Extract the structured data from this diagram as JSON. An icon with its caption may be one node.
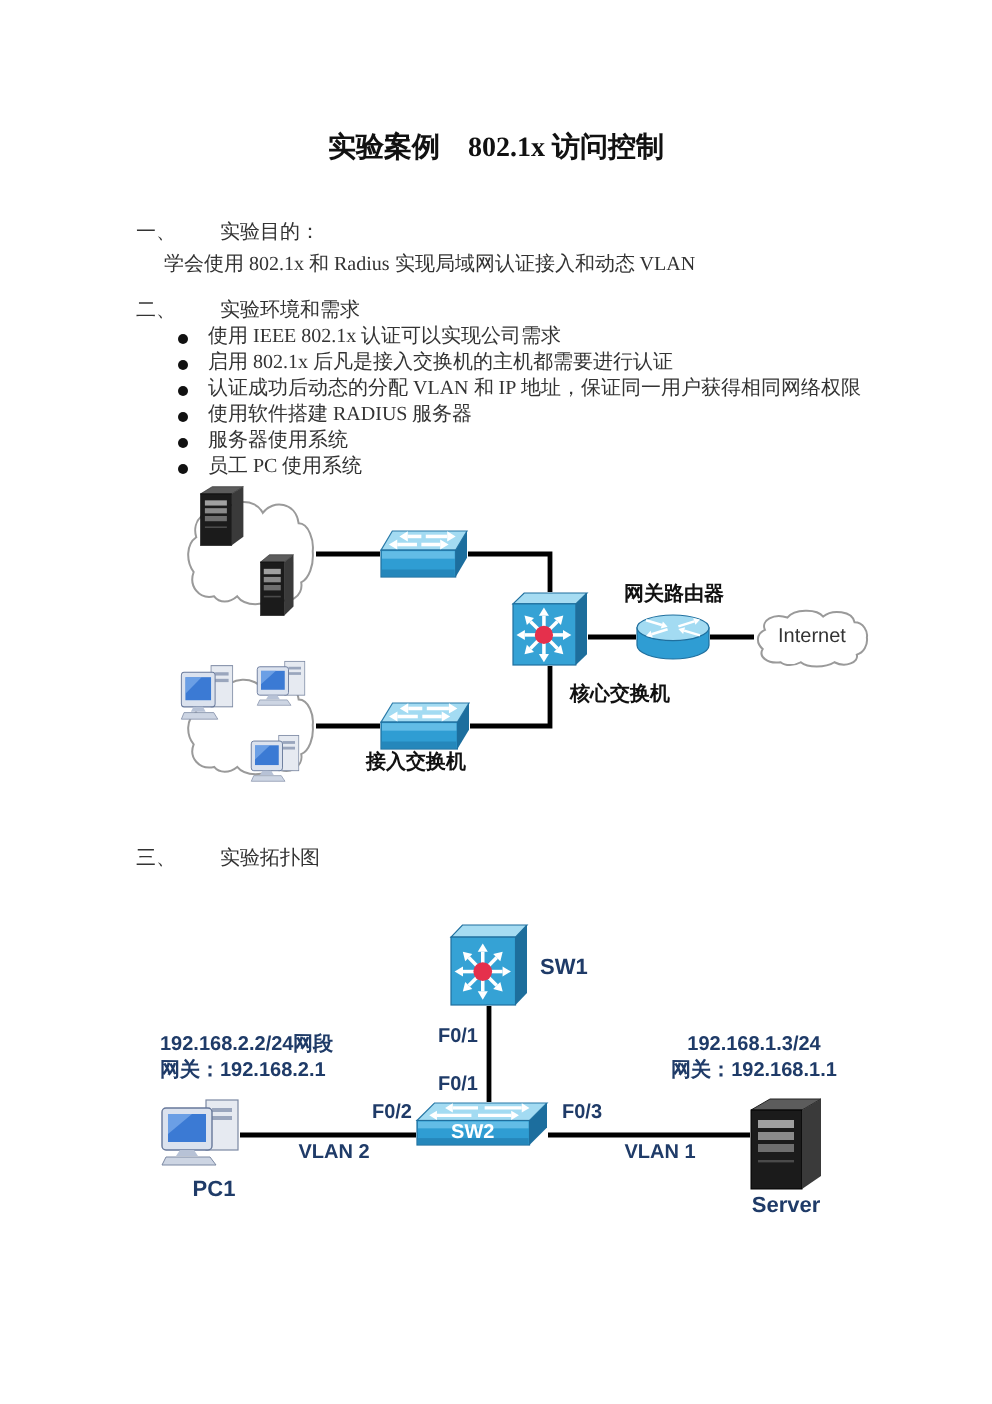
{
  "diagram": {
    "title": "实验案例　802.1x 访问控制",
    "nodes": [
      {
        "text": [],
        "shape": "cloud"
      },
      {
        "text": [],
        "shape": "picture"
      },
      {
        "text": [],
        "shape": "picture",
        "beside": [
          "核心交换机"
        ]
      },
      {
        "text": [],
        "shape": "picture",
        "beside": [
          "网关路由器"
        ]
      },
      {
        "text": [
          "Internet"
        ]
      },
      {
        "text": [],
        "shape": "cloud"
      },
      {
        "text": [],
        "shape": "picture",
        "beside": [
          "接入交换机"
        ]
      },
      {
        "text": [],
        "shape": "picture",
        "beside": [
          "SW1"
        ]
      },
      {
        "text": [],
        "shape": "picture",
        "beside": [
          "192.168.2.2/24网段",
          "网关：192.168.2.1",
          "PC1"
        ]
      },
      {
        "text": [
          "SW2"
        ]
      },
      {
        "text": [],
        "shape": "picture",
        "beside": [
          "192.168.1.3/24",
          "网关：192.168.1.1",
          "Server"
        ]
      }
    ],
    "edges": [
      {
        "from": 0,
        "to": 1,
        "arrow": "none"
      },
      {
        "from": 1,
        "to": 2,
        "arrow": "none"
      },
      {
        "from": 6,
        "to": 2,
        "arrow": "none"
      },
      {
        "from": 5,
        "to": 6,
        "arrow": "none"
      },
      {
        "from": 2,
        "to": 3,
        "arrow": "none"
      },
      {
        "from": 3,
        "to": 4,
        "arrow": "none"
      },
      {
        "from": 7,
        "to": 9,
        "arrow": "none"
      },
      {
        "from": 8,
        "to": 9,
        "arrow": "none",
        "label": "VLAN 2"
      },
      {
        "from": 9,
        "to": 10,
        "arrow": "none",
        "label": "VLAN 1"
      }
    ],
    "labels": [
      "一、",
      "实验目的：",
      "学会使用 802.1x 和 Radius 实现局域网认证接入和动态 VLAN",
      "二、",
      "实验环境和需求",
      "使用 IEEE 802.1x 认证可以实现公司需求",
      "启用 802.1x 后凡是接入交换机的主机都需要进行认证",
      "认证成功后动态的分配 VLAN 和 IP 地址，保证同一用户获得相同网络权限",
      "使用软件搭建 RADIUS 服务器",
      "服务器使用系统",
      "员工 PC 使用系统",
      "三、",
      "实验拓扑图",
      "F0/1",
      "F0/1",
      "F0/2",
      "F0/3"
    ]
  }
}
